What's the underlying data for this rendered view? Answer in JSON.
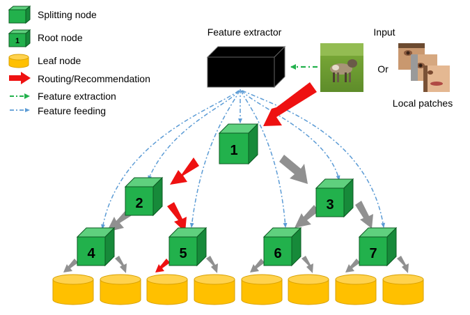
{
  "legend": {
    "splitting_node": "Splitting node",
    "root_node": "Root node",
    "root_icon_num": "1",
    "leaf_node": "Leaf node",
    "routing": "Routing/Recommendation",
    "feature_extraction": "Feature extraction",
    "feature_feeding": "Feature feeding"
  },
  "labels": {
    "feature_extractor": "Feature extractor",
    "input": "Input",
    "or": "Or",
    "local_patches": "Local patches"
  },
  "nodes": {
    "n1": "1",
    "n2": "2",
    "n3": "3",
    "n4": "4",
    "n5": "5",
    "n6": "6",
    "n7": "7"
  },
  "colors": {
    "node_green": "#22b14c",
    "leaf_gold": "#ffc000",
    "route_red": "#ee1111",
    "route_gray": "#909090",
    "extraction_green": "#22b14c",
    "feeding_blue": "#5b9bd5"
  }
}
